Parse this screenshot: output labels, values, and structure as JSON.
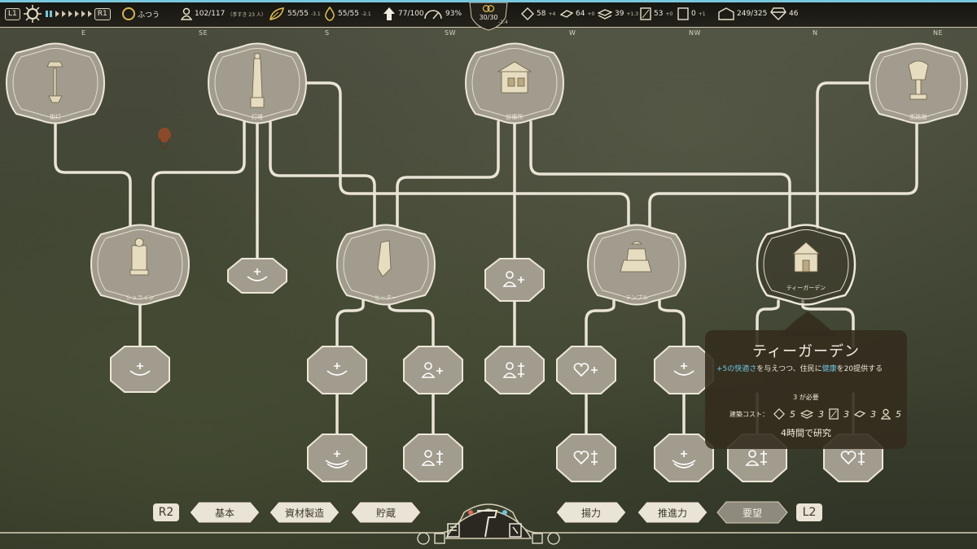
{
  "hud": {
    "l1": "L1",
    "r1": "R1",
    "speed_label": "ふつう",
    "population": "102/117",
    "population_note": "（手すき 23 人）",
    "resource_a": "55/55",
    "resource_a_rate": "-3.1",
    "resource_b": "55/55",
    "resource_b_rate": "-2.1",
    "upgrade": "77/100",
    "dial_percent": "93%",
    "center_value": "30/30",
    "center_rate": "-2.4",
    "stat1": "58",
    "stat1_rate": "+4",
    "stat2": "64",
    "stat2_rate": "+0",
    "stat3": "39",
    "stat3_rate": "+1.3",
    "stat4": "53",
    "stat4_rate": "+0",
    "stat5": "0",
    "stat5_rate": "+1",
    "storage": "249/325",
    "gems": "46"
  },
  "compass": [
    "E",
    "SE",
    "S",
    "SW",
    "W",
    "NW",
    "N",
    "NE"
  ],
  "nodes": {
    "n1": "街灯",
    "n2": "灯塔",
    "n3": "診療所",
    "n4": "街路樹",
    "n5": "シュライン",
    "n6": "ヒーター",
    "n7": "テンプル",
    "n8": "ティーガーデン"
  },
  "tooltip": {
    "title": "ティーガーデン",
    "desc_hl1": "+5の快適さ",
    "desc_mid": "を与えつつ、住民に",
    "desc_hl2": "健康",
    "desc_end": "を20提供する",
    "requirement": "3 が必要",
    "cost_label": "建築コスト：",
    "costs": [
      "5",
      "3",
      "3",
      "3",
      "5"
    ],
    "time": "4時間で研究"
  },
  "tabs": {
    "r2": "R2",
    "l2": "L2",
    "basic": "基本",
    "materials": "資材製造",
    "storage": "貯蔵",
    "lift": "揚力",
    "propulsion": "推進力",
    "needs": "要望"
  },
  "colors": {
    "accent_blue": "#6fc3e0",
    "line": "#e6e1d2",
    "node_fill": "#a19c8d",
    "tooltip_bg": "#342c1e"
  }
}
